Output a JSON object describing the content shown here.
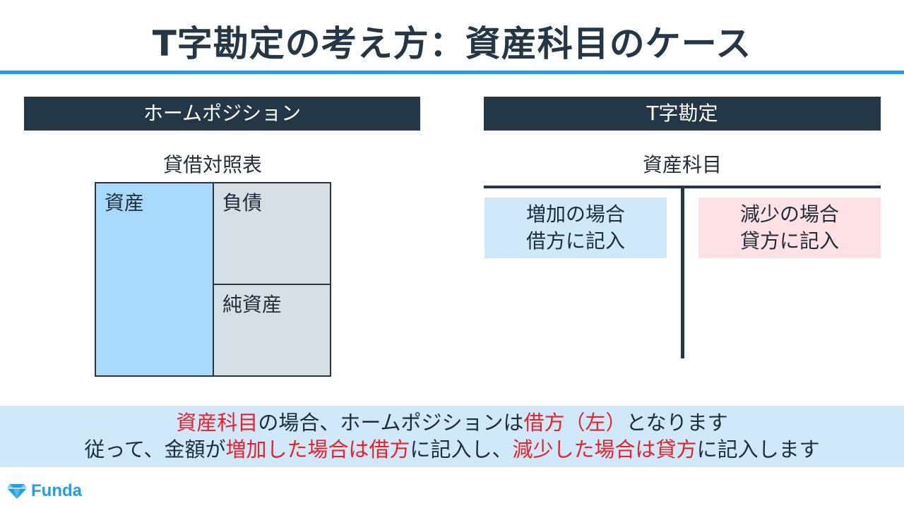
{
  "title": "T字勘定の考え方：資産科目のケース",
  "left_section": {
    "header": "ホームポジション",
    "caption": "貸借対照表",
    "assets_label": "資産",
    "liabilities_label": "負債",
    "equity_label": "純資産"
  },
  "right_section": {
    "header": "T字勘定",
    "account_label": "資産科目",
    "debit_line1": "増加の場合",
    "debit_line2": "借方に記入",
    "credit_line1": "減少の場合",
    "credit_line2": "貸方に記入"
  },
  "note": {
    "line1": [
      {
        "text": "資産科目",
        "highlight": true
      },
      {
        "text": "の場合、ホームポジションは",
        "highlight": false
      },
      {
        "text": "借方（左）",
        "highlight": true
      },
      {
        "text": "となります",
        "highlight": false
      }
    ],
    "line2": [
      {
        "text": "従って、金額が",
        "highlight": false
      },
      {
        "text": "増加した場合は借方",
        "highlight": true
      },
      {
        "text": "に記入し、",
        "highlight": false
      },
      {
        "text": "減少した場合は貸方",
        "highlight": true
      },
      {
        "text": "に記入します",
        "highlight": false
      }
    ]
  },
  "logo": {
    "text": "Funda",
    "icon": "diamond-icon"
  },
  "colors": {
    "navy": "#243746",
    "accent_blue": "#1fa0e6",
    "assets_fill": "#a9d9fa",
    "other_fill": "#d6dee6",
    "debit_fill": "#cfe9fb",
    "credit_fill": "#fde1e5",
    "highlight_red": "#e8202a"
  }
}
